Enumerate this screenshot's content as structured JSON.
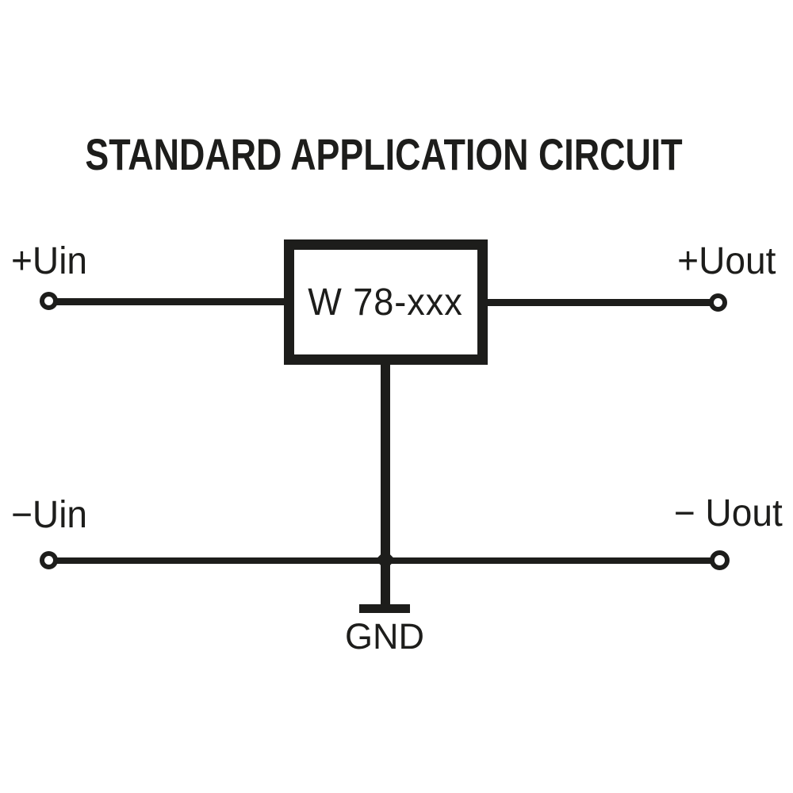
{
  "colors": {
    "ink": "#1d1d1b",
    "background": "#ffffff"
  },
  "diagram": {
    "title": "STANDARD APPLICATION CIRCUIT",
    "component": {
      "label": "W 78-xxx"
    },
    "terminals": {
      "input_positive": "+Uin",
      "output_positive": "+Uout",
      "input_negative": "−Uin",
      "output_negative": "− Uout"
    },
    "ground_label": "GND"
  }
}
